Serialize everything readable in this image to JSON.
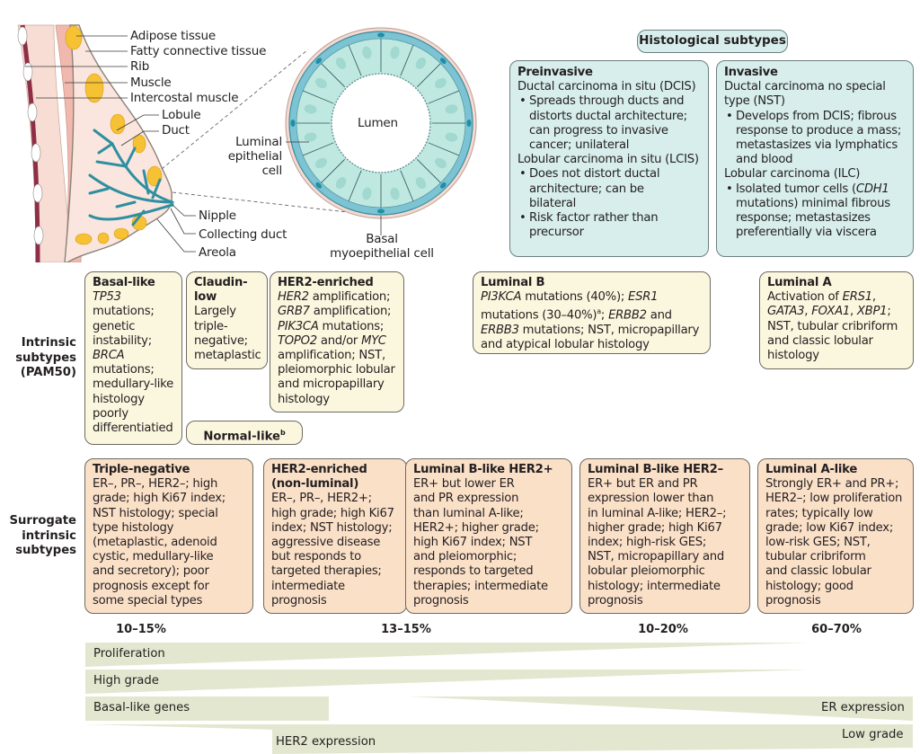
{
  "anatomy": {
    "labels": {
      "adipose": "Adipose tissue",
      "fatty": "Fatty connective tissue",
      "rib": "Rib",
      "muscle": "Muscle",
      "intercostal": "Intercostal muscle",
      "lobule": "Lobule",
      "duct": "Duct",
      "nipple": "Nipple",
      "collecting_duct": "Collecting duct",
      "areola": "Areola"
    },
    "duct_cross_section": {
      "lumen": "Lumen",
      "luminal_cell": [
        "Luminal",
        "epithelial",
        "cell"
      ],
      "basal_cell": [
        "Basal",
        "myoepithelial cell"
      ]
    }
  },
  "histological": {
    "header": "Histological subtypes",
    "preinvasive": {
      "title": "Preinvasive",
      "dcis": "Ductal carcinoma in situ (DCIS)",
      "dcis_bullet": [
        "Spreads through ducts and",
        "distorts ductal architecture;",
        "can progress to invasive",
        "cancer; unilateral"
      ],
      "lcis": "Lobular carcinoma in situ (LCIS)",
      "lcis_bullet1": [
        "Does not distort ductal",
        "architecture; can be",
        "bilateral"
      ],
      "lcis_bullet2": [
        "Risk factor rather than",
        "precursor"
      ]
    },
    "invasive": {
      "title": "Invasive",
      "nst": [
        "Ductal carcinoma no special",
        "type (NST)"
      ],
      "nst_bullet": [
        "Develops from DCIS; fibrous",
        "response to produce a mass;",
        "metastasizes via lymphatics",
        "and blood"
      ],
      "ilc": "Lobular carcinoma (ILC)",
      "ilc_bullet_pre": "Isolated tumor cells (",
      "ilc_bullet_gene": "CDH1",
      "ilc_bullet": [
        "mutations) minimal fibrous",
        "response; metastasizes",
        "preferentially via viscera"
      ]
    }
  },
  "intrinsic": {
    "row_label": [
      "Intrinsic",
      "subtypes",
      "(PAM50)"
    ],
    "basal": {
      "title": "Basal-like",
      "lines": [
        {
          "t": "TP53",
          "i": true
        },
        {
          "t": "mutations;"
        },
        {
          "t": "genetic"
        },
        {
          "t": "instability;"
        },
        {
          "t": "BRCA",
          "i": true
        },
        {
          "t": "mutations;"
        },
        {
          "t": "medullary-like"
        },
        {
          "t": "histology"
        },
        {
          "t": "poorly"
        },
        {
          "t": "differentiatied"
        }
      ]
    },
    "claudin": {
      "title": [
        "Claudin-",
        "low"
      ],
      "lines": [
        "Largely",
        "triple-",
        "negative;",
        "metaplastic"
      ]
    },
    "her2": {
      "title": "HER2-enriched",
      "lines": [
        [
          {
            "t": "HER2",
            "i": true
          },
          {
            "t": " amplification;"
          }
        ],
        [
          {
            "t": "GRB7",
            "i": true
          },
          {
            "t": " amplification;"
          }
        ],
        [
          {
            "t": "PIK3CA",
            "i": true
          },
          {
            "t": " mutations;"
          }
        ],
        [
          {
            "t": "TOPO2",
            "i": true
          },
          {
            "t": " and/or "
          },
          {
            "t": "MYC",
            "i": true
          }
        ],
        [
          {
            "t": "amplification; NST,"
          }
        ],
        [
          {
            "t": "pleiomorphic lobular"
          }
        ],
        [
          {
            "t": "and micropapillary"
          }
        ],
        [
          {
            "t": "histology"
          }
        ]
      ]
    },
    "normal": {
      "title": "Normal-like",
      "sup": "b"
    },
    "lumb": {
      "title": "Luminal B",
      "lines": [
        [
          {
            "t": "PI3KCA",
            "i": true
          },
          {
            "t": " mutations (40%);  "
          },
          {
            "t": "ESR1",
            "i": true
          }
        ],
        [
          {
            "t": "mutations (30–40%)"
          },
          {
            "t": "a",
            "sup": true
          },
          {
            "t": "; "
          },
          {
            "t": "ERBB2",
            "i": true
          },
          {
            "t": " and"
          }
        ],
        [
          {
            "t": "ERBB3",
            "i": true
          },
          {
            "t": " mutations; NST, micropapillary"
          }
        ],
        [
          {
            "t": "and atypical lobular histology"
          }
        ]
      ]
    },
    "luma": {
      "title": "Luminal A",
      "lines": [
        [
          {
            "t": "Activation of "
          },
          {
            "t": "ERS1",
            "i": true
          },
          {
            "t": ","
          }
        ],
        [
          {
            "t": "GATA3",
            "i": true
          },
          {
            "t": ", "
          },
          {
            "t": "FOXA1",
            "i": true
          },
          {
            "t": ", "
          },
          {
            "t": "XBP1",
            "i": true
          },
          {
            "t": ";"
          }
        ],
        [
          {
            "t": "NST, tubular cribriform"
          }
        ],
        [
          {
            "t": "and classic lobular"
          }
        ],
        [
          {
            "t": "histology"
          }
        ]
      ]
    }
  },
  "surrogate": {
    "row_label": [
      "Surrogate",
      "intrinsic",
      "subtypes"
    ],
    "boxes": [
      {
        "title": [
          "Triple-negative"
        ],
        "lines": [
          "ER–, PR–, HER2–; high",
          "grade; high Ki67 index;",
          "NST histology; special",
          "type histology",
          "(metaplastic, adenoid",
          "cystic, medullary-like",
          "and secretory); poor",
          "prognosis except for",
          "some special types"
        ]
      },
      {
        "title": [
          "HER2-enriched",
          "(non-luminal)"
        ],
        "lines": [
          "ER–, PR–, HER2+;",
          "high grade; high Ki67",
          "index; NST histology;",
          "aggressive disease",
          "but responds to",
          "targeted therapies;",
          "intermediate",
          "prognosis"
        ]
      },
      {
        "title": [
          "Luminal B-like HER2+"
        ],
        "lines": [
          "ER+ but lower ER",
          "and PR expression",
          "than luminal A-like;",
          "HER2+; higher grade;",
          "high Ki67 index; NST",
          "and pleiomorphic;",
          "responds to targeted",
          "therapies; intermediate",
          "prognosis"
        ]
      },
      {
        "title": [
          "Luminal B-like HER2–"
        ],
        "lines": [
          "ER+ but ER and PR",
          "expression lower than",
          "in luminal A-like; HER2–;",
          "higher grade; high Ki67",
          "index; high-risk GES;",
          "NST, micropapillary and",
          "lobular pleiomorphic",
          "histology; intermediate",
          "prognosis"
        ]
      },
      {
        "title": [
          "Luminal A-like"
        ],
        "lines": [
          "Strongly ER+ and PR+;",
          "HER2–; low proliferation",
          "rates; typically low",
          "grade; low Ki67 index;",
          "low-risk GES; NST,",
          "tubular cribriform",
          "and classic lobular",
          "histology; good",
          "prognosis"
        ]
      }
    ]
  },
  "frequencies": [
    "10–15%",
    "13–15%",
    "10–20%",
    "60–70%"
  ],
  "gradients": {
    "proliferation": "Proliferation",
    "high_grade": "High grade",
    "basal_genes": "Basal-like genes",
    "her2_expression": "HER2 expression",
    "er_expression": "ER expression",
    "low_grade": "Low grade"
  },
  "colors": {
    "histology_fill": "#d7eeec",
    "intrinsic_fill": "#fbf7df",
    "surrogate_fill": "#fbe0c8",
    "gradient_fill": "#e3e7cf",
    "duct_teal": "#2f8fa0"
  }
}
